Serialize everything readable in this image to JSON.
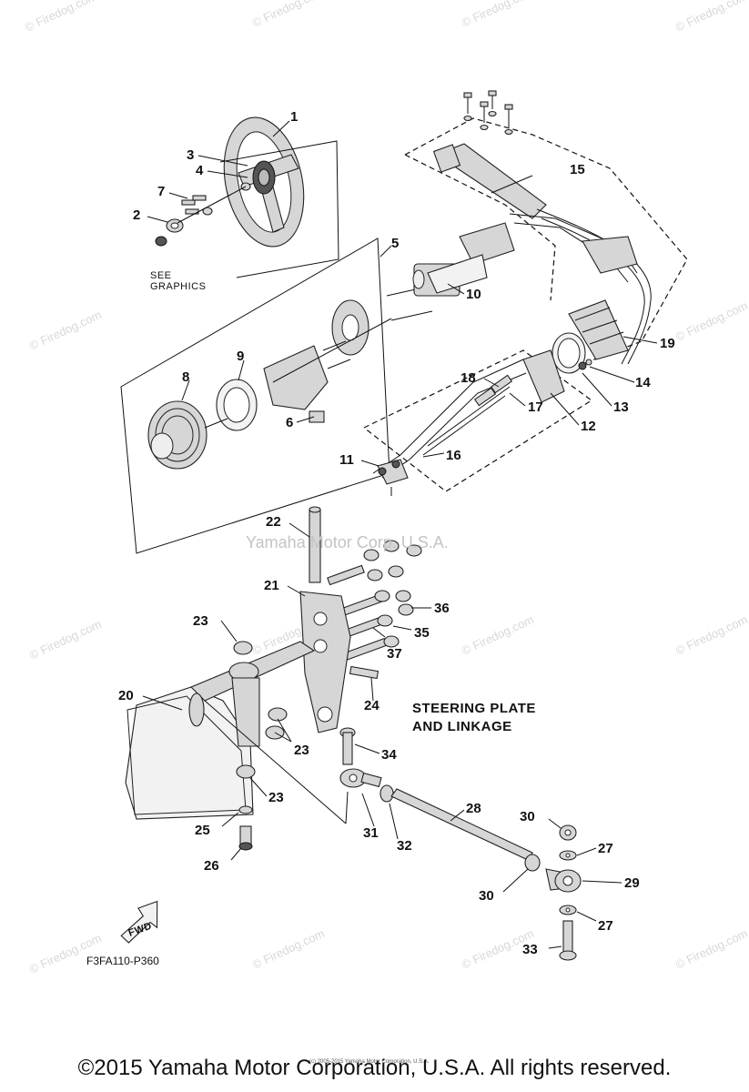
{
  "figure_code": "F3FA110-P360",
  "section_title_line1": "STEERING PLATE",
  "section_title_line2": "AND LINKAGE",
  "graphics_note_line1": "SEE",
  "graphics_note_line2": "GRAPHICS",
  "fwd_label": "FWD",
  "center_watermark": "Yamaha Motor Corp. U.S.A.",
  "watermark_text": "© Firedog.com",
  "tiny_credit": "(c) 2005-2015 Yamaha Motor Corporation, U.S.A.",
  "copyright": "©2015 Yamaha Motor Corporation, U.S.A. All rights reserved.",
  "callouts": {
    "c1": "1",
    "c2": "2",
    "c3": "3",
    "c4": "4",
    "c5": "5",
    "c6": "6",
    "c7": "7",
    "c8": "8",
    "c9": "9",
    "c10": "10",
    "c11": "11",
    "c12": "12",
    "c13": "13",
    "c14": "14",
    "c15": "15",
    "c16": "16",
    "c17": "17",
    "c18": "18",
    "c19": "19",
    "c20": "20",
    "c21": "21",
    "c22": "22",
    "c23a": "23",
    "c23b": "23",
    "c23c": "23",
    "c24": "24",
    "c25": "25",
    "c26": "26",
    "c27a": "27",
    "c27b": "27",
    "c28": "28",
    "c29": "29",
    "c30a": "30",
    "c30b": "30",
    "c31": "31",
    "c32": "32",
    "c33": "33",
    "c34": "34",
    "c35": "35",
    "c36": "36",
    "c37": "37"
  }
}
